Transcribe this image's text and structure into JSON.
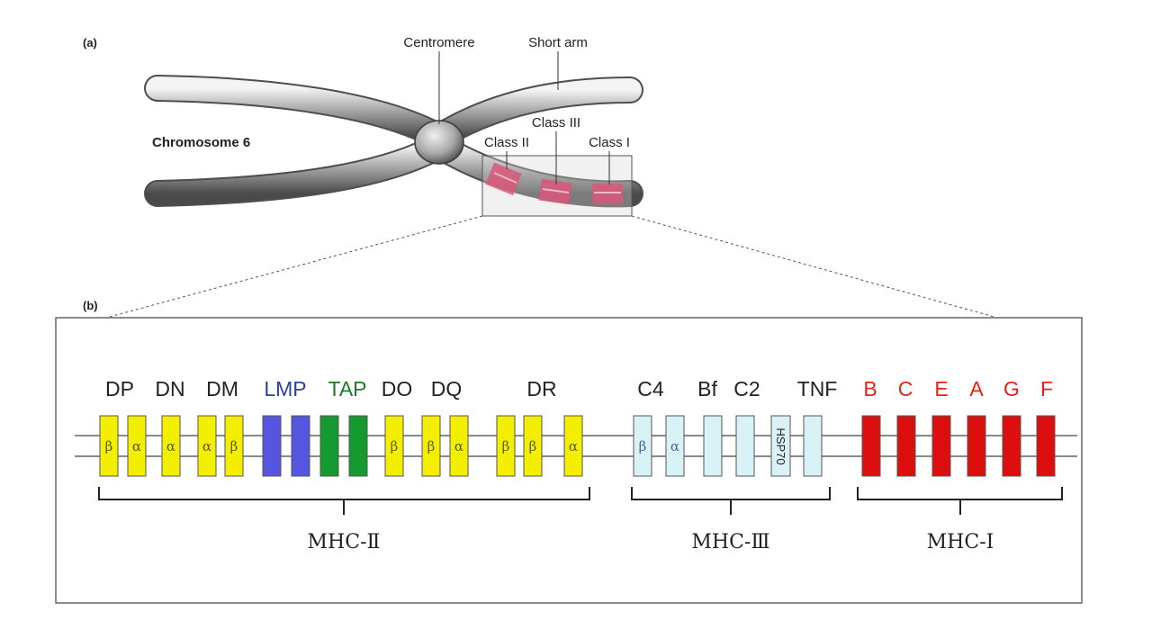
{
  "panel_a": {
    "label": "(a)",
    "chromosome_label": "Chromosome 6",
    "centromere_label": "Centromere",
    "short_arm_label": "Short arm",
    "class_labels": [
      "Class II",
      "Class III",
      "Class I"
    ]
  },
  "panel_b": {
    "label": "(b)",
    "colors": {
      "yellow": "#f4ee00",
      "blue": "#5555e0",
      "green": "#159a32",
      "light_blue": "#d8f2f8",
      "red": "#dd0e0e",
      "text_blue": "#2a3fa0",
      "text_green": "#1e7a2a",
      "text_red": "#e2231a"
    },
    "gene_groups": [
      {
        "label": "DP",
        "color": "#222222"
      },
      {
        "label": "DN",
        "color": "#222222"
      },
      {
        "label": "DM",
        "color": "#222222"
      },
      {
        "label": "LMP",
        "color": "#2a3fa0"
      },
      {
        "label": "TAP",
        "color": "#1e7a2a"
      },
      {
        "label": "DO",
        "color": "#222222"
      },
      {
        "label": "DQ",
        "color": "#222222"
      },
      {
        "label": "DR",
        "color": "#222222"
      },
      {
        "label": "C4",
        "color": "#222222"
      },
      {
        "label": "Bf",
        "color": "#222222"
      },
      {
        "label": "C2",
        "color": "#222222"
      },
      {
        "label": "TNF",
        "color": "#222222"
      },
      {
        "label": "B",
        "color": "#e2231a"
      },
      {
        "label": "C",
        "color": "#e2231a"
      },
      {
        "label": "E",
        "color": "#e2231a"
      },
      {
        "label": "A",
        "color": "#e2231a"
      },
      {
        "label": "G",
        "color": "#e2231a"
      },
      {
        "label": "F",
        "color": "#e2231a"
      }
    ],
    "genes": [
      {
        "text": "β",
        "color": "yellow"
      },
      {
        "text": "α",
        "color": "yellow"
      },
      {
        "text": "α",
        "color": "yellow"
      },
      {
        "text": "α",
        "color": "yellow"
      },
      {
        "text": "β",
        "color": "yellow"
      },
      {
        "text": "",
        "color": "blue"
      },
      {
        "text": "",
        "color": "blue"
      },
      {
        "text": "",
        "color": "green"
      },
      {
        "text": "",
        "color": "green"
      },
      {
        "text": "β",
        "color": "yellow"
      },
      {
        "text": "β",
        "color": "yellow"
      },
      {
        "text": "α",
        "color": "yellow"
      },
      {
        "text": "β",
        "color": "yellow"
      },
      {
        "text": "β",
        "color": "yellow"
      },
      {
        "text": "α",
        "color": "yellow"
      },
      {
        "text": "β",
        "color": "light_blue"
      },
      {
        "text": "α",
        "color": "light_blue"
      },
      {
        "text": "",
        "color": "light_blue"
      },
      {
        "text": "",
        "color": "light_blue"
      },
      {
        "text": "HSP70",
        "color": "light_blue"
      },
      {
        "text": "",
        "color": "light_blue"
      },
      {
        "text": "",
        "color": "red"
      },
      {
        "text": "",
        "color": "red"
      },
      {
        "text": "",
        "color": "red"
      },
      {
        "text": "",
        "color": "red"
      },
      {
        "text": "",
        "color": "red"
      },
      {
        "text": "",
        "color": "red"
      }
    ],
    "region_labels": [
      "MHC-Ⅱ",
      "MHC-Ⅲ",
      "MHC-Ⅰ"
    ]
  }
}
